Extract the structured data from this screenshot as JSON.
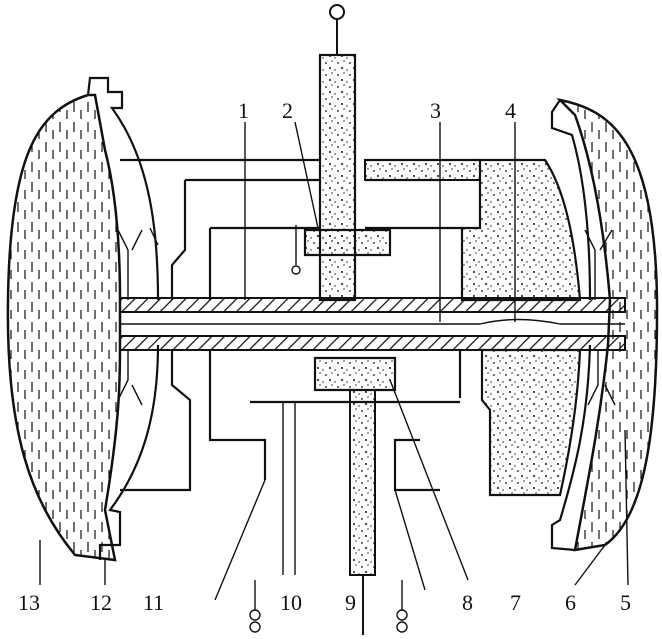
{
  "diagram": {
    "labels_top": [
      "1",
      "2",
      "3",
      "4"
    ],
    "labels_bottom": [
      "13",
      "12",
      "11",
      "10",
      "9",
      "8",
      "7",
      "6",
      "5"
    ],
    "colors": {
      "ink": "#111111",
      "paper": "#ffffff"
    }
  }
}
